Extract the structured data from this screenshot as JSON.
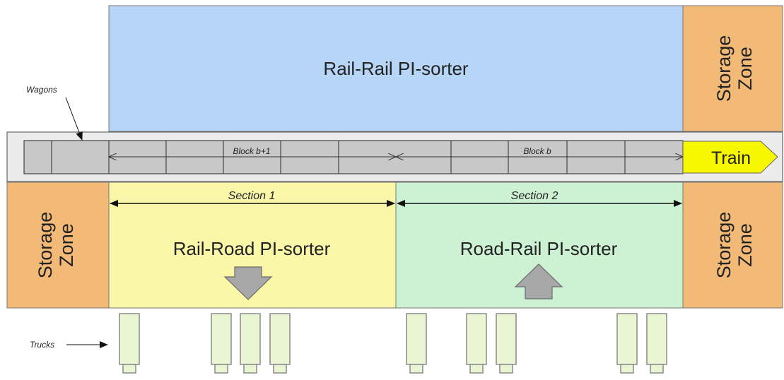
{
  "rail_rail_sorter": {
    "label": "Rail-Rail PI-sorter",
    "color": "#b7d6f7"
  },
  "storage_zone": {
    "label_line1": "Storage",
    "label_line2": "Zone",
    "color": "#f2b977"
  },
  "wagons": {
    "label": "Wagons"
  },
  "blocks": {
    "block_b1": "Block b+1",
    "block_b": "Block b"
  },
  "train": {
    "label": "Train",
    "color": "#f7f700"
  },
  "section1": {
    "label": "Section 1"
  },
  "section2": {
    "label": "Section 2"
  },
  "rail_road_sorter": {
    "label": "Rail-Road PI-sorter",
    "color": "#fbf7a8"
  },
  "road_rail_sorter": {
    "label": "Road-Rail PI-sorter",
    "color": "#cdf1d3"
  },
  "trucks": {
    "label": "Trucks",
    "color": "#eaf6d3"
  }
}
